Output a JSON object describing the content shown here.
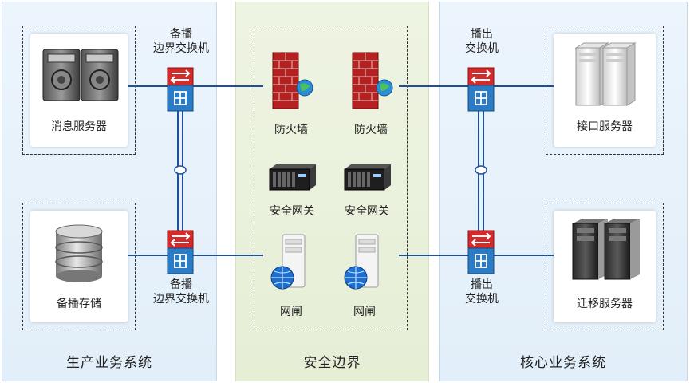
{
  "zones": {
    "left_title": "生产业务系统",
    "middle_title": "安全边界",
    "right_title": "核心业务系统"
  },
  "left": {
    "message_server": "消息服务器",
    "backup_storage": "备播存储",
    "switch_top": [
      "备播",
      "边界交换机"
    ],
    "switch_bottom": [
      "备播",
      "边界交换机"
    ]
  },
  "middle": {
    "firewall_1": "防火墙",
    "firewall_2": "防火墙",
    "gateway_1": "安全网关",
    "gateway_2": "安全网关",
    "gatekeeper_1": "网闸",
    "gatekeeper_2": "网闸"
  },
  "right": {
    "interface_server": "接口服务器",
    "migration_server": "迁移服务器",
    "switch_top": [
      "播出",
      "交换机"
    ],
    "switch_bottom": [
      "播出",
      "交换机"
    ]
  },
  "colors": {
    "link": "#1f4e9c",
    "switch_red": "#d42a2a",
    "switch_blue": "#2a7cc7"
  }
}
